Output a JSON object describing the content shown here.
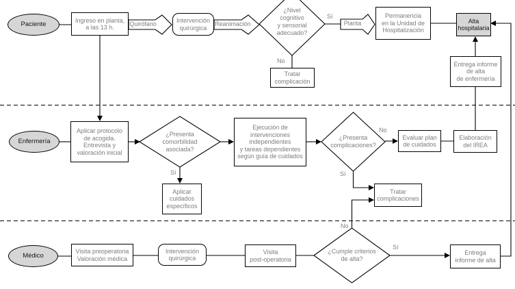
{
  "colors": {
    "background": "#ffffff",
    "border": "#000000",
    "box_text": "#7d7d7d",
    "dark_text": "#141414",
    "gray_fill": "#d6d6d6"
  },
  "lanes": {
    "paciente": {
      "label": "Paciente",
      "ingreso": "Ingreso en planta,\na las 13 h.",
      "quirofano_label": "Quirófano",
      "intervencion": "Intervención\nquirúrgica",
      "reanimacion_label": "Reanimación",
      "nivel_diamond": "¿Nivel\ncognitivo\ny sensorial\nadecuado?",
      "si_label": "Sí",
      "planta_label": "Planta",
      "permanencia": "Permanencia\nen la Unidad de\nHospitalización",
      "alta": "Alta\nhospitalaria",
      "no_label": "No",
      "tratar_complicacion": "Tratar\ncomplicación",
      "entrega_enfermeria": "Entrega informe\nde alta\nde enfermería"
    },
    "enfermeria": {
      "label": "Enfermería",
      "protocolo": "Aplicar protocolo\nde acogida.\nEntrevista y\nvaloración inicial",
      "comorbilidad_diamond": "¿Presenta\ncomorbilidad\nasociada?",
      "si_label": "Sí",
      "cuidados_especificos": "Aplicar\ncuidados\nespecíficos",
      "ejecucion": "Ejecución de\nintervenciones\nindependientes\ny tareas dependientes\nsegún guía de cuidados",
      "complicaciones_diamond": "¿Presenta\ncomplicaciones?",
      "no_label": "No",
      "evaluar": "Evaluar plan\nde cuidados",
      "elaboracion": "Elaboración\ndel IREA",
      "si2_label": "Sí",
      "tratar_complicaciones": "Tratar\ncomplicaciones"
    },
    "medico": {
      "label": "Médico",
      "visita_pre": "Visita preoperatoria\nValoración médica",
      "intervencion": "Intervención\nquirúrgica",
      "visita_post": "Visita\npost-operatoria",
      "no_label": "No",
      "cumple_diamond": "¿Cumple criterios\nde alta?",
      "si_label": "Sí",
      "entrega": "Entrega\ninforme de alta"
    }
  }
}
